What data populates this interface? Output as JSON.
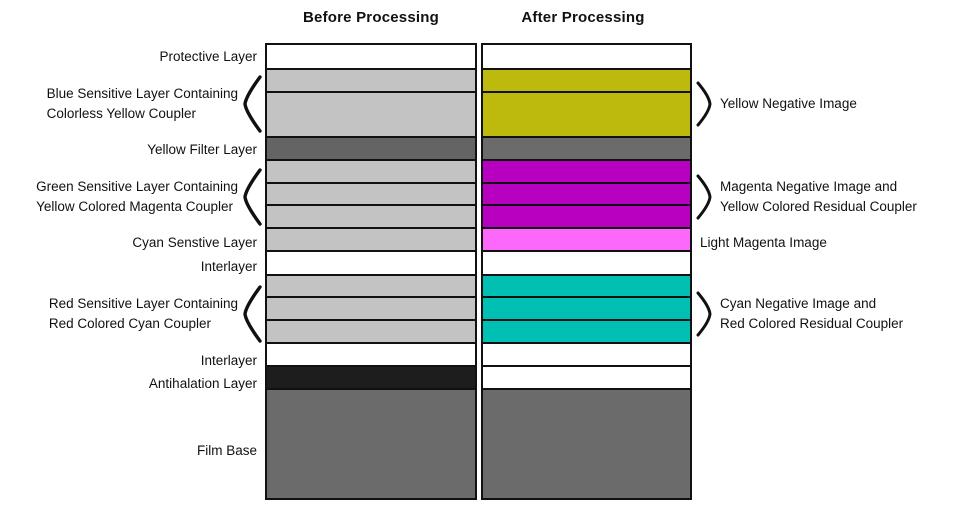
{
  "titles": {
    "before": "Before Processing",
    "after": "After Processing"
  },
  "colors": {
    "background": "#ffffff",
    "border": "#111111",
    "text": "#111111",
    "light_gray_emulsion": "#c3c3c3",
    "yellow_filter_gray": "#646464",
    "film_base_gray": "#6b6b6b",
    "antihalation_black": "#1d1d1d",
    "yellow_dye": "#bdb90d",
    "magenta_dye": "#b800c0",
    "light_magenta_dye": "#fc68fa",
    "cyan_dye": "#00c0b4",
    "white_layer": "#ffffff"
  },
  "diagram": {
    "bands": [
      {
        "id": "protective-layer",
        "h": 23,
        "before_color": "#ffffff",
        "after_color": "#ffffff"
      },
      {
        "id": "blue-sensitive-band-1",
        "h": 21,
        "before_color": "#c3c3c3",
        "after_color": "#bdb90d"
      },
      {
        "id": "blue-sensitive-band-2",
        "h": 43,
        "before_color": "#c3c3c3",
        "after_color": "#bdb90d"
      },
      {
        "id": "yellow-filter-layer",
        "h": 21,
        "before_color": "#646464",
        "after_color": "#6b6b6b"
      },
      {
        "id": "green-sensitive-band-1",
        "h": 21,
        "before_color": "#c3c3c3",
        "after_color": "#b800c0"
      },
      {
        "id": "green-sensitive-band-2",
        "h": 20,
        "before_color": "#c3c3c3",
        "after_color": "#b800c0"
      },
      {
        "id": "green-sensitive-band-3",
        "h": 21,
        "before_color": "#c3c3c3",
        "after_color": "#b800c0"
      },
      {
        "id": "cyan-senstive-layer",
        "h": 21,
        "before_color": "#c3c3c3",
        "after_color": "#fc68fa"
      },
      {
        "id": "interlayer-1",
        "h": 22,
        "before_color": "#ffffff",
        "after_color": "#ffffff"
      },
      {
        "id": "red-sensitive-band-1",
        "h": 20,
        "before_color": "#c3c3c3",
        "after_color": "#00c0b4"
      },
      {
        "id": "red-sensitive-band-2",
        "h": 21,
        "before_color": "#c3c3c3",
        "after_color": "#00c0b4"
      },
      {
        "id": "red-sensitive-band-3",
        "h": 21,
        "before_color": "#c3c3c3",
        "after_color": "#00c0b4"
      },
      {
        "id": "interlayer-2",
        "h": 21,
        "before_color": "#ffffff",
        "after_color": "#ffffff"
      },
      {
        "id": "antihalation-layer",
        "h": 21,
        "before_color": "#1d1d1d",
        "after_color": "#ffffff"
      },
      {
        "id": "film-base",
        "h": 108,
        "before_color": "#6b6b6b",
        "after_color": "#6b6b6b"
      }
    ],
    "left_labels": [
      {
        "id": "protective-layer",
        "lines": [
          "Protective Layer"
        ],
        "rows": [
          0,
          0
        ],
        "bracket": false
      },
      {
        "id": "blue-sensitive-layer",
        "lines": [
          "Blue Sensitive Layer Containing",
          "Colorless Yellow Coupler"
        ],
        "rows": [
          1,
          2
        ],
        "bracket": true
      },
      {
        "id": "yellow-filter-layer",
        "lines": [
          "Yellow Filter Layer"
        ],
        "rows": [
          3,
          3
        ],
        "bracket": false
      },
      {
        "id": "green-sensitive-layer",
        "lines": [
          "Green Sensitive Layer Containing",
          "Yellow Colored Magenta Coupler"
        ],
        "rows": [
          4,
          6
        ],
        "bracket": true
      },
      {
        "id": "cyan-senstive-layer",
        "lines": [
          "Cyan Senstive Layer"
        ],
        "rows": [
          7,
          7
        ],
        "bracket": false
      },
      {
        "id": "interlayer-1",
        "lines": [
          "Interlayer"
        ],
        "rows": [
          8,
          8
        ],
        "bracket": false
      },
      {
        "id": "red-sensitive-layer",
        "lines": [
          "Red Sensitive Layer Containing",
          "Red Colored Cyan Coupler"
        ],
        "rows": [
          9,
          11
        ],
        "bracket": true
      },
      {
        "id": "interlayer-2",
        "lines": [
          "Interlayer"
        ],
        "rows": [
          12,
          12
        ],
        "bracket": false
      },
      {
        "id": "antihalation-layer",
        "lines": [
          "Antihalation Layer"
        ],
        "rows": [
          13,
          13
        ],
        "bracket": false
      },
      {
        "id": "film-base",
        "lines": [
          "Film Base"
        ],
        "rows": [
          14,
          14
        ],
        "bracket": false
      }
    ],
    "right_labels": [
      {
        "id": "yellow-negative-image",
        "lines": [
          "Yellow Negative Image"
        ],
        "rows": [
          1,
          2
        ],
        "bracket": true
      },
      {
        "id": "magenta-negative-image",
        "lines": [
          "Magenta Negative Image and",
          "Yellow Colored Residual Coupler"
        ],
        "rows": [
          4,
          6
        ],
        "bracket": true
      },
      {
        "id": "light-magenta-image",
        "lines": [
          "Light Magenta Image"
        ],
        "rows": [
          7,
          7
        ],
        "bracket": false
      },
      {
        "id": "cyan-negative-image",
        "lines": [
          "Cyan Negative Image and",
          "Red Colored Residual Coupler"
        ],
        "rows": [
          9,
          11
        ],
        "bracket": true
      }
    ]
  }
}
